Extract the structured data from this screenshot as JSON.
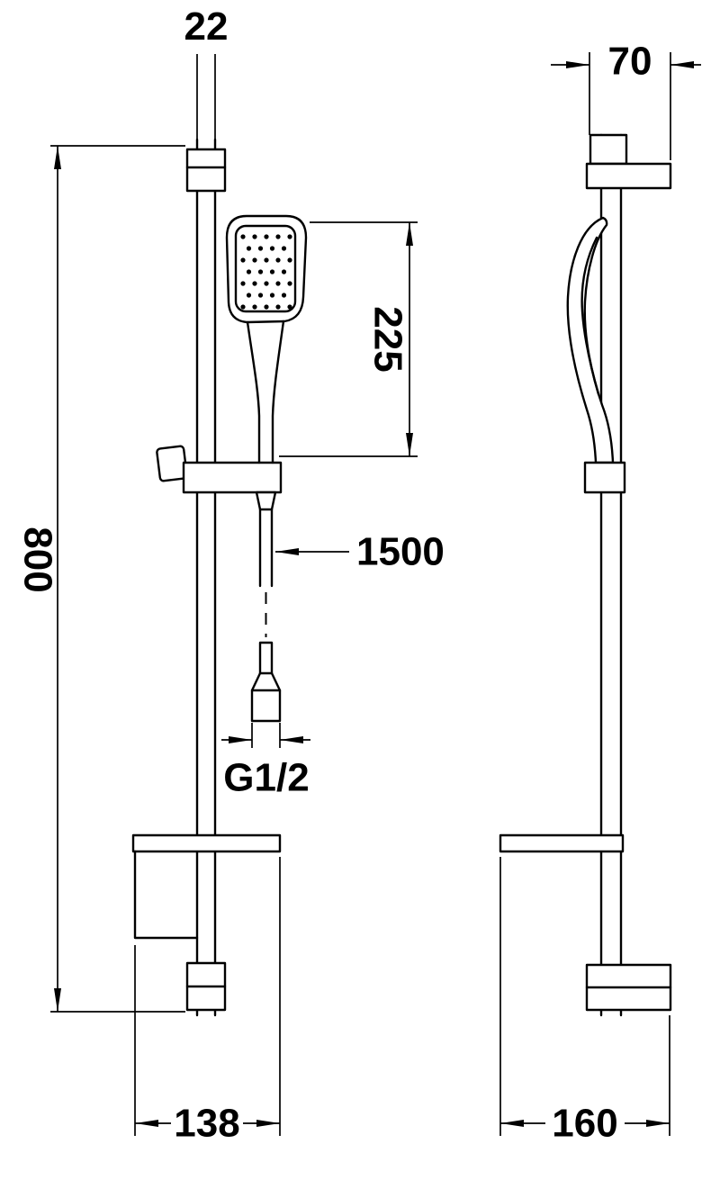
{
  "page": {
    "background": "#ffffff",
    "line_color": "#000000"
  },
  "drawing": {
    "type": "technical-dimension-drawing",
    "subject": "shower slide bar set with hand shower, hose and soap dish (front and side views)",
    "dimensions": {
      "rail_width": "22",
      "rail_length": "800",
      "handshower_length": "225",
      "hose_length": "1500",
      "hose_thread": "G1/2",
      "front_depth": "138",
      "bracket_width": "70",
      "side_depth": "160"
    }
  }
}
